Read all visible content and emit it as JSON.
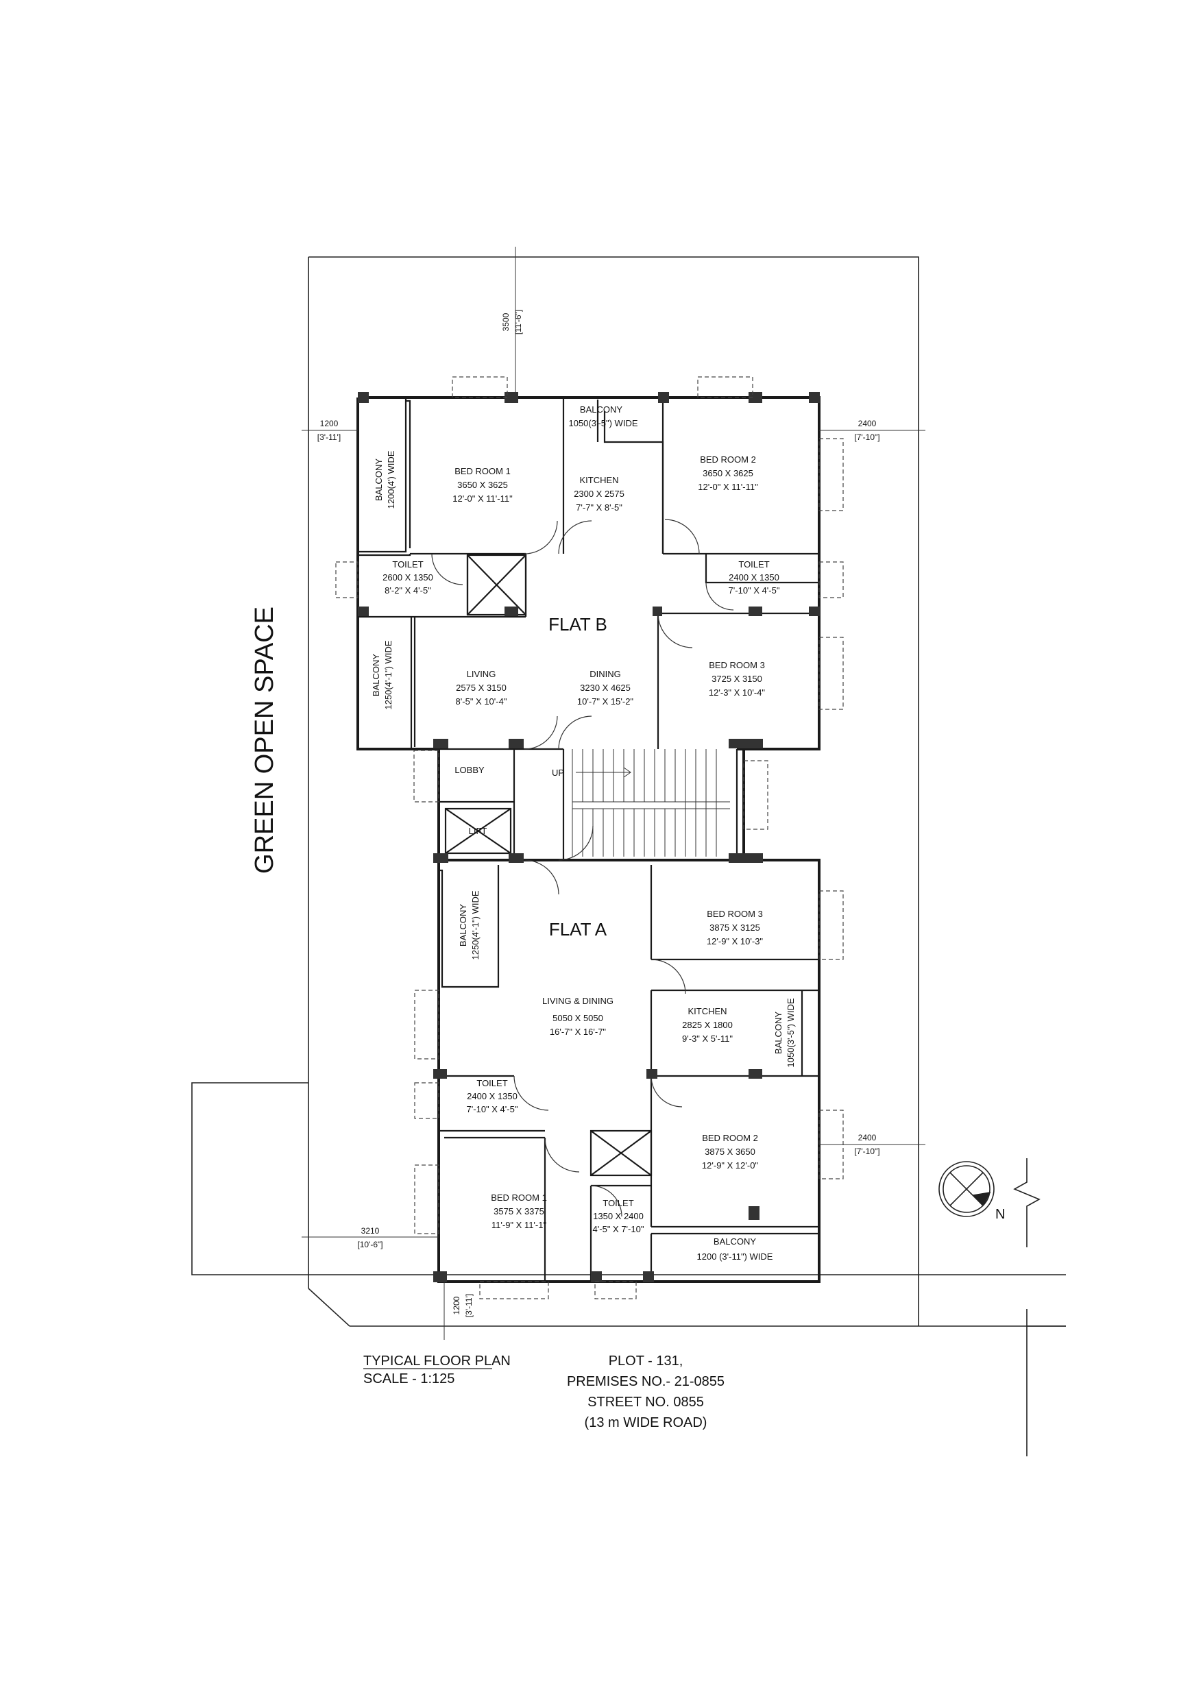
{
  "site": {
    "green_open_space": "GREEN OPEN SPACE",
    "north": "N"
  },
  "flats": {
    "a": "FLAT A",
    "b": "FLAT B"
  },
  "rooms": {
    "b_balcony_w": {
      "name": "BALCONY",
      "size": "1200(4') WIDE"
    },
    "b_bed1": {
      "name": "BED ROOM 1",
      "mm": "3650 X 3625",
      "ft": "12'-0\" X 11'-11\""
    },
    "b_balcony_top": {
      "name": "BALCONY",
      "size": "1050(3'-5\") WIDE"
    },
    "b_kitchen": {
      "name": "KITCHEN",
      "mm": "2300 X 2575",
      "ft": "7'-7\" X 8'-5\""
    },
    "b_bed2": {
      "name": "BED ROOM 2",
      "mm": "3650 X 3625",
      "ft": "12'-0\" X 11'-11\""
    },
    "b_toilet1": {
      "name": "TOILET",
      "mm": "2600 X 1350",
      "ft": "8'-2\" X 4'-5\""
    },
    "b_toilet2": {
      "name": "TOILET",
      "mm": "2400 X 1350",
      "ft": "7'-10\" X 4'-5\""
    },
    "b_balcony_l": {
      "name": "BALCONY",
      "size": "1250(4'-1\") WIDE"
    },
    "b_living": {
      "name": "LIVING",
      "mm": "2575 X 3150",
      "ft": "8'-5\" X 10'-4\""
    },
    "b_dining": {
      "name": "DINING",
      "mm": "3230 X 4625",
      "ft": "10'-7\" X 15'-2\""
    },
    "b_bed3": {
      "name": "BED ROOM 3",
      "mm": "3725 X 3150",
      "ft": "12'-3\" X 10'-4\""
    },
    "lobby": {
      "name": "LOBBY"
    },
    "lift": {
      "name": "LIFT"
    },
    "up": {
      "name": "UP"
    },
    "a_balcony_l": {
      "name": "BALCONY",
      "size": "1250(4'-1\") WIDE"
    },
    "a_bed3": {
      "name": "BED ROOM 3",
      "mm": "3875 X 3125",
      "ft": "12'-9\" X 10'-3\""
    },
    "a_living": {
      "name": "LIVING & DINING",
      "mm": "5050 X 5050",
      "ft": "16'-7\" X 16'-7\""
    },
    "a_kitchen": {
      "name": "KITCHEN",
      "mm": "2825 X 1800",
      "ft": "9'-3\" X 5'-11\""
    },
    "a_balcony_r": {
      "name": "BALCONY",
      "size": "1050(3'-5\") WIDE"
    },
    "a_toilet1": {
      "name": "TOILET",
      "mm": "2400 X 1350",
      "ft": "7'-10\" X 4'-5\""
    },
    "a_bed2": {
      "name": "BED ROOM 2",
      "mm": "3875 X 3650",
      "ft": "12'-9\" X 12'-0\""
    },
    "a_bed1": {
      "name": "BED ROOM 1",
      "mm": "3575 X 3375",
      "ft": "11'-9\" X 11'-1\""
    },
    "a_toilet2": {
      "name": "TOILET",
      "mm": "1350 X 2400",
      "ft": "4'-5\" X 7'-10\""
    },
    "a_balcony_b": {
      "name": "BALCONY",
      "size": "1200 (3'-11\") WIDE"
    }
  },
  "dimensions": {
    "top_setback": {
      "mm": "3500",
      "ft": "[11'-6\"]"
    },
    "left_top": {
      "mm": "1200",
      "ft": "[3'-11']"
    },
    "right_top": {
      "mm": "2400",
      "ft": "[7'-10\"]"
    },
    "right_bottom": {
      "mm": "2400",
      "ft": "[7'-10\"]"
    },
    "left_bottom": {
      "mm": "3210",
      "ft": "[10'-6\"]"
    },
    "bottom": {
      "mm": "1200",
      "ft": "[3'-11']"
    }
  },
  "title_block": {
    "title": "TYPICAL FLOOR PLAN",
    "scale": "SCALE - 1:125",
    "plot": "PLOT - 131,",
    "premises": "PREMISES NO.- 21-0855",
    "street": "STREET NO. 0855",
    "road": "(13 m WIDE ROAD)"
  }
}
